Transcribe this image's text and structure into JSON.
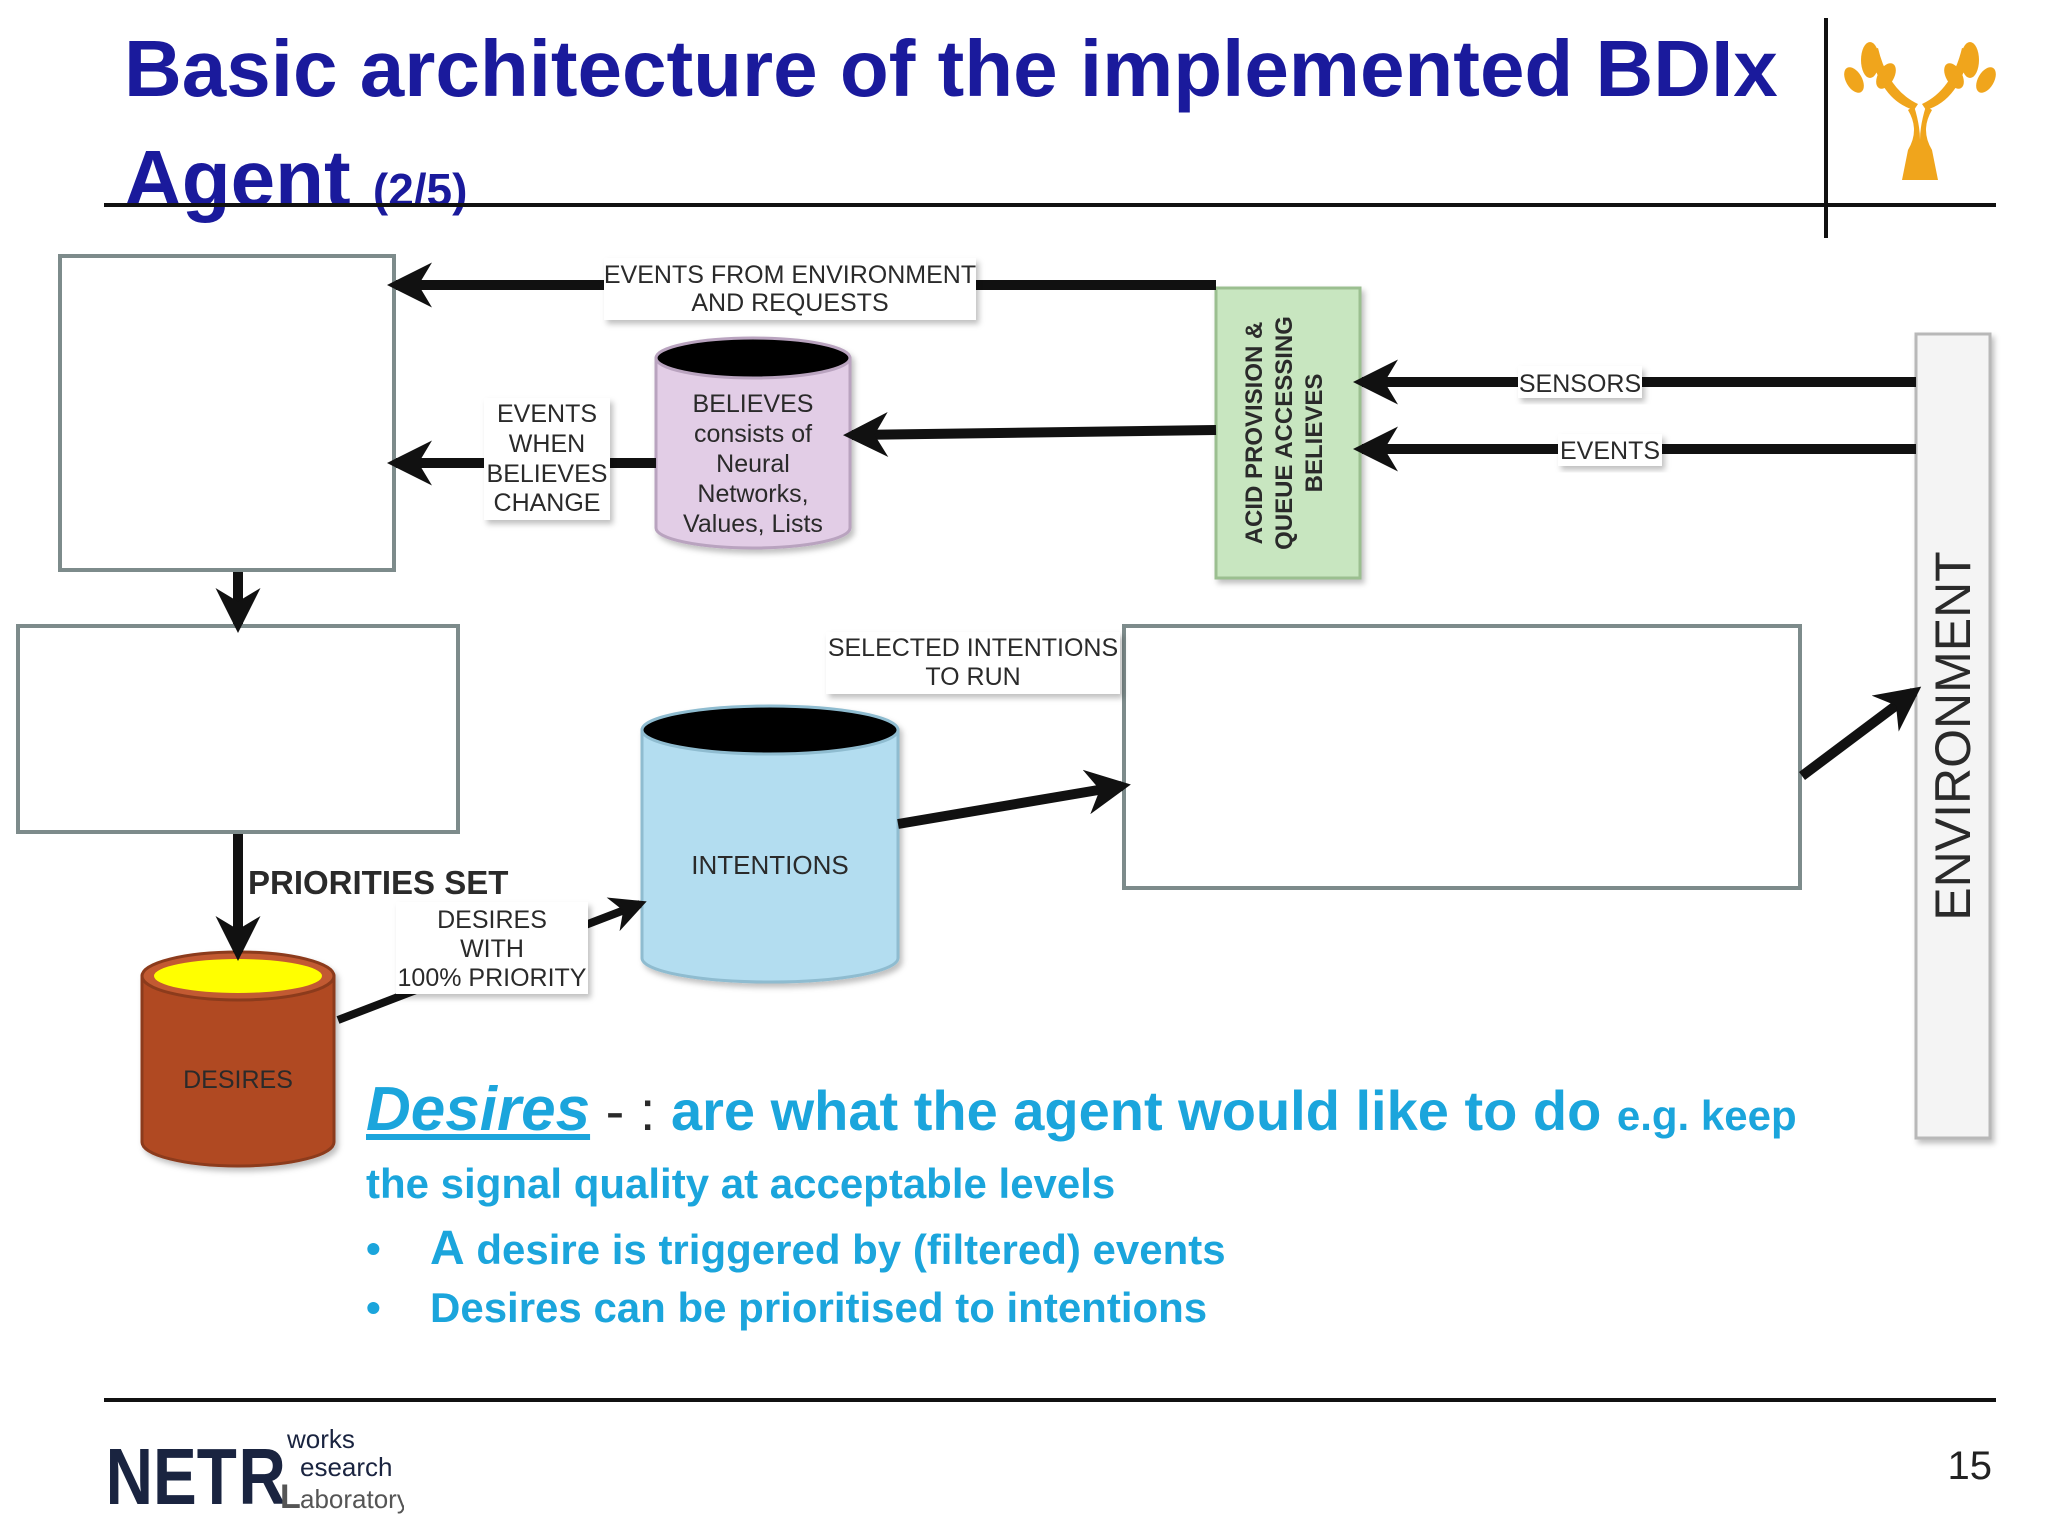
{
  "header": {
    "title_main": "Basic architecture of the implemented BDIx Agent",
    "title_sub": "(2/5)"
  },
  "diagram": {
    "events_from_env_line1": "EVENTS FROM ENVIRONMENT",
    "events_from_env_line2": "AND REQUESTS",
    "believes_lines": [
      "BELIEVES",
      "consists of",
      "Neural",
      "Networks,",
      "Values, Lists"
    ],
    "events_when_lines": [
      "EVENTS",
      "WHEN",
      "BELIEVES",
      "CHANGE"
    ],
    "acid_line1": "ACID PROVISION &",
    "acid_line2": "QUEUE ACCESSING",
    "acid_line3": "BELIEVES",
    "sensors": "SENSORS",
    "events": "EVENTS",
    "selected_line1": "SELECTED INTENTIONS",
    "selected_line2": "TO RUN",
    "intentions": "INTENTIONS",
    "environment": "ENVIRONMENT",
    "priorities_set": "PRIORITIES SET",
    "desires_with_lines": [
      "DESIRES",
      "WITH",
      "100% PRIORITY"
    ],
    "desires": "DESIRES",
    "colors": {
      "box_border": "#7d8b8b",
      "believes_fill": "#e2cde6",
      "acid_fill": "#c8e6c0",
      "intentions_fill": "#b3ddf0",
      "desires_fill": "#b04a24",
      "desires_top": "#ffff00",
      "title_color": "#1a1a9c",
      "text_accent": "#1ba5dc"
    }
  },
  "description": {
    "term": "Desires",
    "separator": " - : ",
    "definition": "are what the agent would like to do",
    "example_start": "e.g. keep",
    "example_end": "the signal quality at acceptable levels",
    "bullets": [
      {
        "first": "A",
        "rest": " desire is triggered by (filtered) events"
      },
      {
        "first": "",
        "rest": "Desires can be prioritised to intentions"
      }
    ],
    "bullet_glyph": "•"
  },
  "footer": {
    "logo_net": "NET",
    "logo_r": "R",
    "logo_works": "works",
    "logo_esearch": "esearch",
    "logo_laboratory": "aboratory",
    "page_number": "15"
  }
}
